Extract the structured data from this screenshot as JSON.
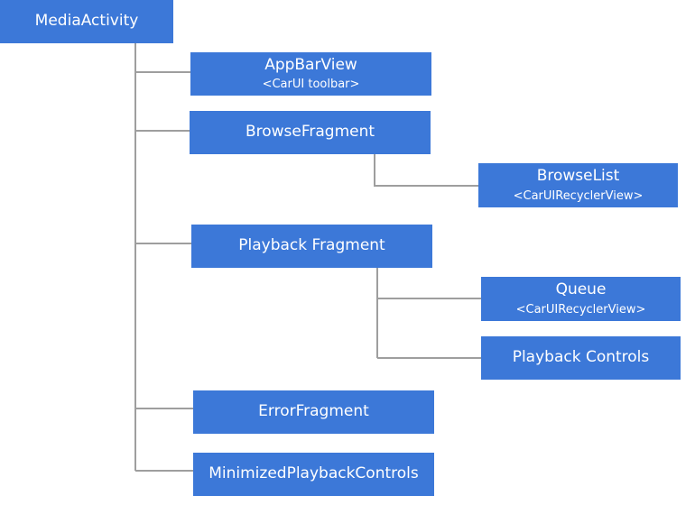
{
  "diagram": {
    "nodes": [
      {
        "id": "media_activity",
        "label": "MediaActivity",
        "sublabel": ""
      },
      {
        "id": "app_bar_view",
        "label": "AppBarView",
        "sublabel": "<CarUI toolbar>"
      },
      {
        "id": "browse_fragment",
        "label": "BrowseFragment",
        "sublabel": ""
      },
      {
        "id": "browse_list",
        "label": "BrowseList",
        "sublabel": "<CarUIRecyclerView>"
      },
      {
        "id": "playback_fragment",
        "label": "Playback Fragment",
        "sublabel": ""
      },
      {
        "id": "queue",
        "label": "Queue",
        "sublabel": "<CarUIRecyclerView>"
      },
      {
        "id": "playback_controls",
        "label": "Playback Controls",
        "sublabel": ""
      },
      {
        "id": "error_fragment",
        "label": "ErrorFragment",
        "sublabel": ""
      },
      {
        "id": "minimized_playback_controls",
        "label": "MinimizedPlaybackControls",
        "sublabel": ""
      }
    ],
    "edges": [
      {
        "from": "media_activity",
        "to": "app_bar_view"
      },
      {
        "from": "media_activity",
        "to": "browse_fragment"
      },
      {
        "from": "media_activity",
        "to": "playback_fragment"
      },
      {
        "from": "media_activity",
        "to": "error_fragment"
      },
      {
        "from": "media_activity",
        "to": "minimized_playback_controls"
      },
      {
        "from": "browse_fragment",
        "to": "browse_list"
      },
      {
        "from": "playback_fragment",
        "to": "queue"
      },
      {
        "from": "playback_fragment",
        "to": "playback_controls"
      }
    ],
    "colors": {
      "node_fill": "#3c78d8",
      "node_text": "#ffffff",
      "connector": "#9e9e9e",
      "background": "#ffffff"
    }
  }
}
